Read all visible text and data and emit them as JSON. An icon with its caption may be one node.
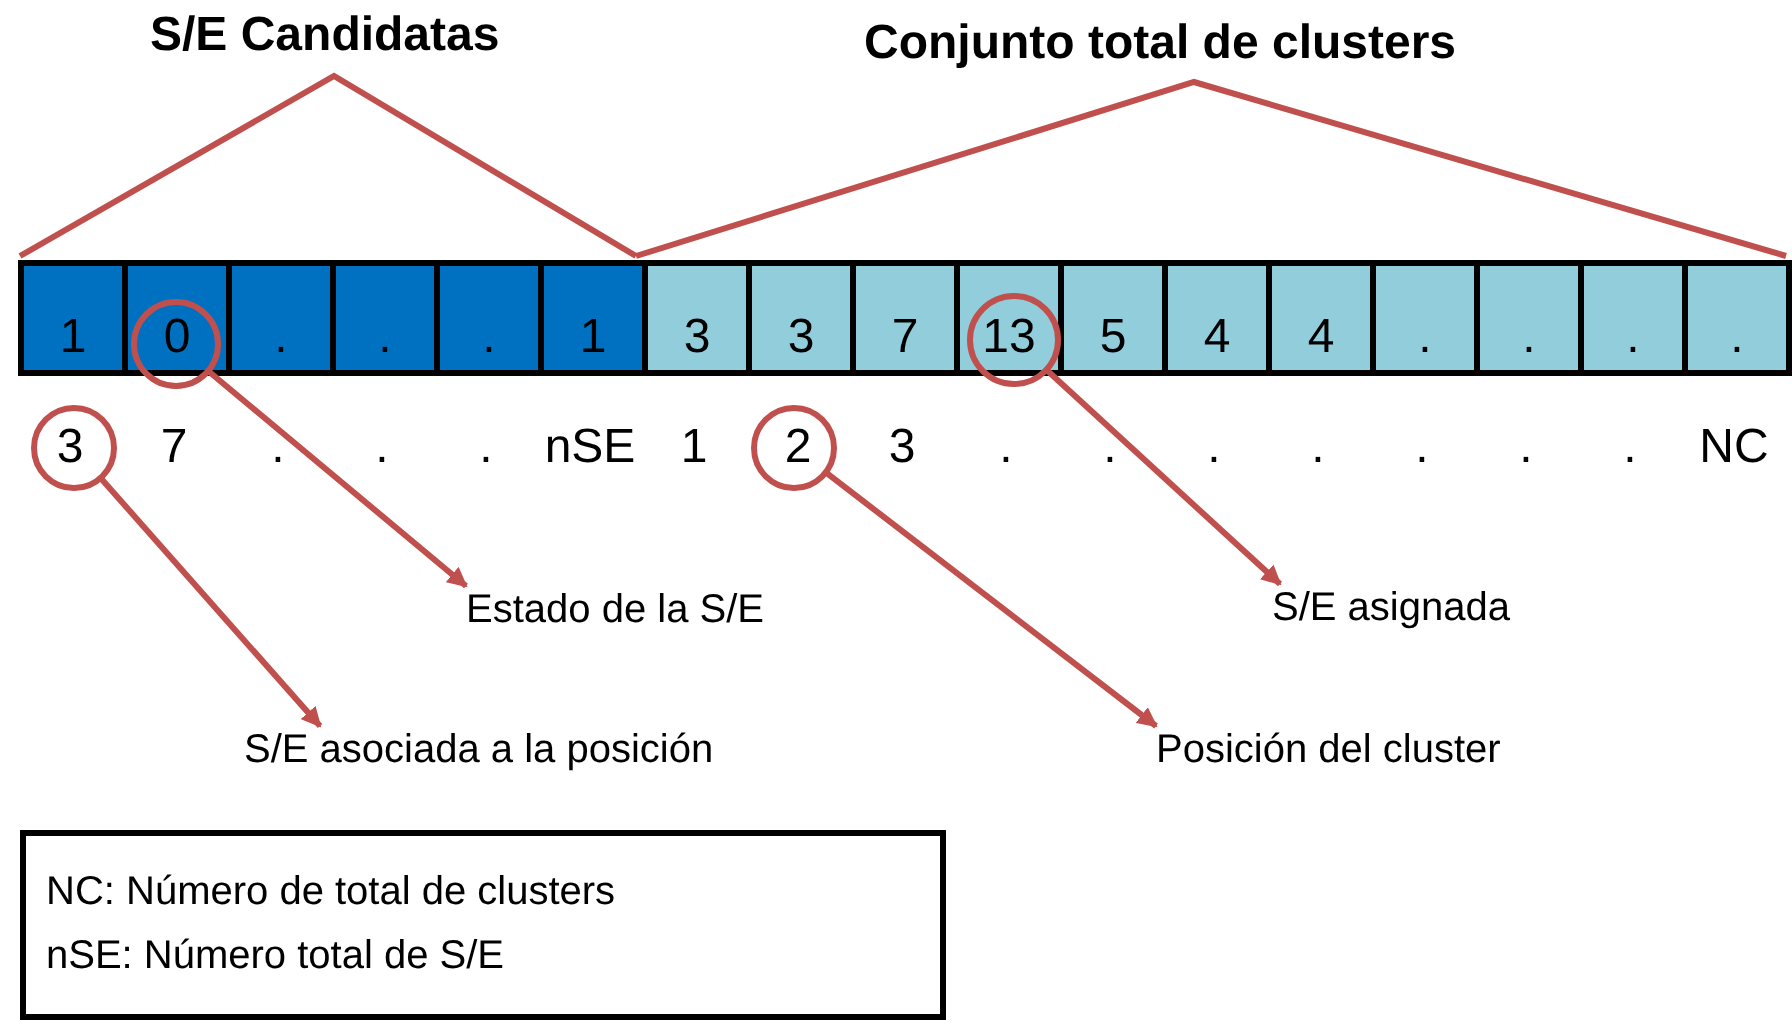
{
  "diagram": {
    "nodes": [
      {
        "text": [
          "1"
        ]
      },
      {
        "text": [
          "0"
        ]
      },
      {
        "text": [
          "."
        ]
      },
      {
        "text": [
          "."
        ]
      },
      {
        "text": [
          "."
        ]
      },
      {
        "text": [
          "1"
        ]
      },
      {
        "text": [
          "3"
        ]
      },
      {
        "text": [
          "3"
        ]
      },
      {
        "text": [
          "7"
        ]
      },
      {
        "text": [
          "13"
        ]
      },
      {
        "text": [
          "5"
        ]
      },
      {
        "text": [
          "4"
        ]
      },
      {
        "text": [
          "4"
        ]
      },
      {
        "text": [
          "."
        ]
      },
      {
        "text": [
          "."
        ]
      },
      {
        "text": [
          "."
        ]
      },
      {
        "text": [
          "."
        ]
      },
      {
        "text": [
          "3"
        ]
      },
      {
        "text": [
          "7"
        ]
      },
      {
        "text": [
          "."
        ]
      },
      {
        "text": [
          "."
        ]
      },
      {
        "text": [
          "."
        ]
      },
      {
        "text": [
          "nSE"
        ]
      },
      {
        "text": [
          "1"
        ]
      },
      {
        "text": [
          "2"
        ]
      },
      {
        "text": [
          "3"
        ]
      },
      {
        "text": [
          "."
        ]
      },
      {
        "text": [
          "."
        ]
      },
      {
        "text": [
          "."
        ]
      },
      {
        "text": [
          "."
        ]
      },
      {
        "text": [
          "."
        ]
      },
      {
        "text": [
          "."
        ]
      },
      {
        "text": [
          "."
        ]
      },
      {
        "text": [
          "NC"
        ]
      },
      {
        "text": [
          "Estado de la S/E"
        ]
      },
      {
        "text": [
          "S/E asignada"
        ]
      },
      {
        "text": [
          "S/E asociada a la posición"
        ]
      },
      {
        "text": [
          "Posición del cluster"
        ]
      },
      {
        "text": [
          "NC: Número de total de clusters",
          "nSE: Número total de S/E"
        ]
      }
    ],
    "edges": [
      {
        "from": 1,
        "to": 34,
        "arrow": "to"
      },
      {
        "from": 9,
        "to": 35,
        "arrow": "to"
      },
      {
        "from": 17,
        "to": 36,
        "arrow": "to"
      },
      {
        "from": 24,
        "to": 37,
        "arrow": "to"
      }
    ],
    "labels": [
      "S/E Candidatas",
      "Conjunto total de clusters"
    ]
  }
}
